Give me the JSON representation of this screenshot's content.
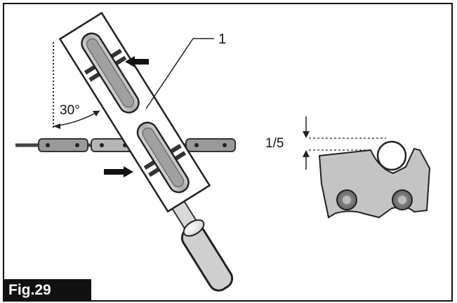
{
  "figure": {
    "label": "Fig.29",
    "angle_label": "30°",
    "part_callout": "1",
    "depth_ratio_label": "1/5"
  },
  "icons": [
    "file-guide-plate",
    "chain-saw-chain",
    "round-file",
    "press-arrow",
    "cutter-tooth",
    "depth-gauge-dimension"
  ]
}
